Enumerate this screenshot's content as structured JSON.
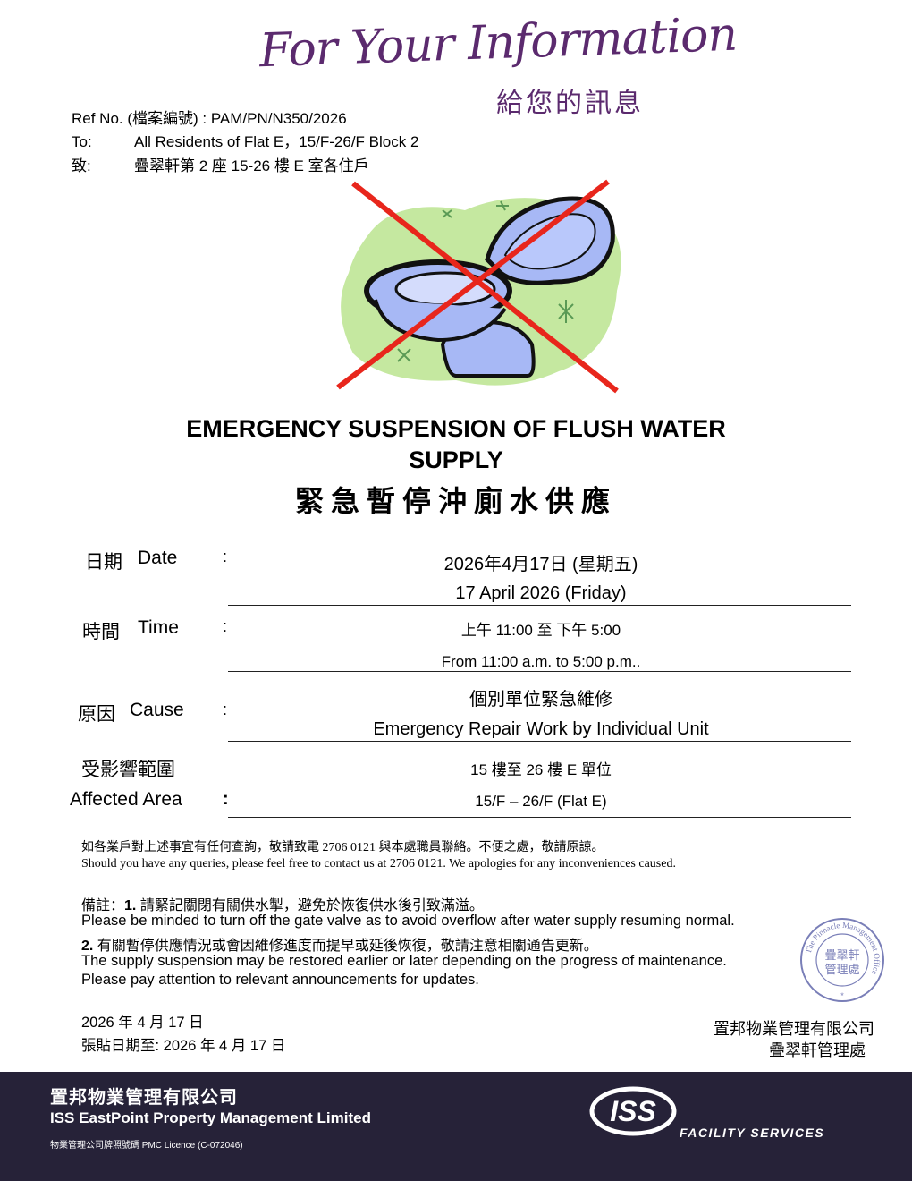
{
  "banner": {
    "script_en": "For Your Information",
    "script_cn": "給您的訊息"
  },
  "header": {
    "ref": "Ref No. (檔案編號) : PAM/PN/N350/2026",
    "to_label": "To:",
    "to_value": "All Residents of Flat E，15/F-26/F Block 2",
    "to_cn_label": "致:",
    "to_cn_value": "疊翠軒第 2 座 15-26 樓 E 室各住戶"
  },
  "illustration": {
    "icon": "crossed-out-toilet-icon",
    "colors": {
      "blob": "#c5e8a0",
      "toilet": "#a7b8f5",
      "cross": "#e8261c"
    }
  },
  "title": {
    "line1": "EMERGENCY SUSPENSION OF FLUSH WATER",
    "line2": "SUPPLY",
    "cn": "緊急暫停沖廁水供應"
  },
  "details": {
    "colon": ":",
    "date": {
      "label_cn": "日期",
      "label_en": "Date",
      "value_cn": "2026年4月17日 (星期五)",
      "value_en": "17 April 2026 (Friday)"
    },
    "time": {
      "label_cn": "時間",
      "label_en": "Time",
      "value_cn": "上午 11:00 至 下午 5:00",
      "value_en": "From 11:00 a.m. to 5:00 p.m.."
    },
    "cause": {
      "label_cn": "原因",
      "label_en": "Cause",
      "value_cn": "個別單位緊急維修",
      "value_en": "Emergency Repair Work by Individual Unit"
    },
    "area": {
      "label_cn": "受影響範圍",
      "label_en": "Affected Area",
      "value_cn": "15 樓至 26 樓 E 單位",
      "value_en": "15/F – 26/F  (Flat E)"
    }
  },
  "enquiry": {
    "cn": "如各業戶對上述事宜有任何查詢，敬請致電 2706 0121 與本處職員聯絡。不便之處，敬請原諒。",
    "en": "Should you have any queries, please feel free to contact us at 2706 0121. We apologies for any inconveniences caused."
  },
  "remarks": {
    "label": "備註：",
    "n1": "1.",
    "item1_cn": "請緊記關閉有關供水掣，避免於恢復供水後引致滿溢。",
    "item1_en": "Please be minded to turn off the gate valve as to avoid overflow after water supply resuming normal.",
    "n2": "2.",
    "item2_cn": "有關暫停供應情況或會因維修進度而提早或延後恢復，敬請注意相關通告更新。",
    "item2_en_1": "The supply suspension may be restored earlier or later depending on the progress of maintenance.",
    "item2_en_2": "Please pay attention to relevant announcements for updates."
  },
  "stamp": {
    "ring_text": "The Pinnacle Management Office",
    "center_1": "疊翠軒",
    "center_2": "管理處",
    "star": "*"
  },
  "dates": {
    "issue": "2026 年 4 月 17 日",
    "posting": "張貼日期至: 2026 年 4 月 17 日"
  },
  "signature": {
    "company_cn": "置邦物業管理有限公司",
    "office_cn": "疊翠軒管理處"
  },
  "footer": {
    "company_cn": "置邦物業管理有限公司",
    "company_en": "ISS EastPoint Property Management Limited",
    "licence": "物業管理公司牌照號碼  PMC Licence (C-072046)",
    "logo_text": "ISS",
    "tagline": "FACILITY SERVICES"
  }
}
